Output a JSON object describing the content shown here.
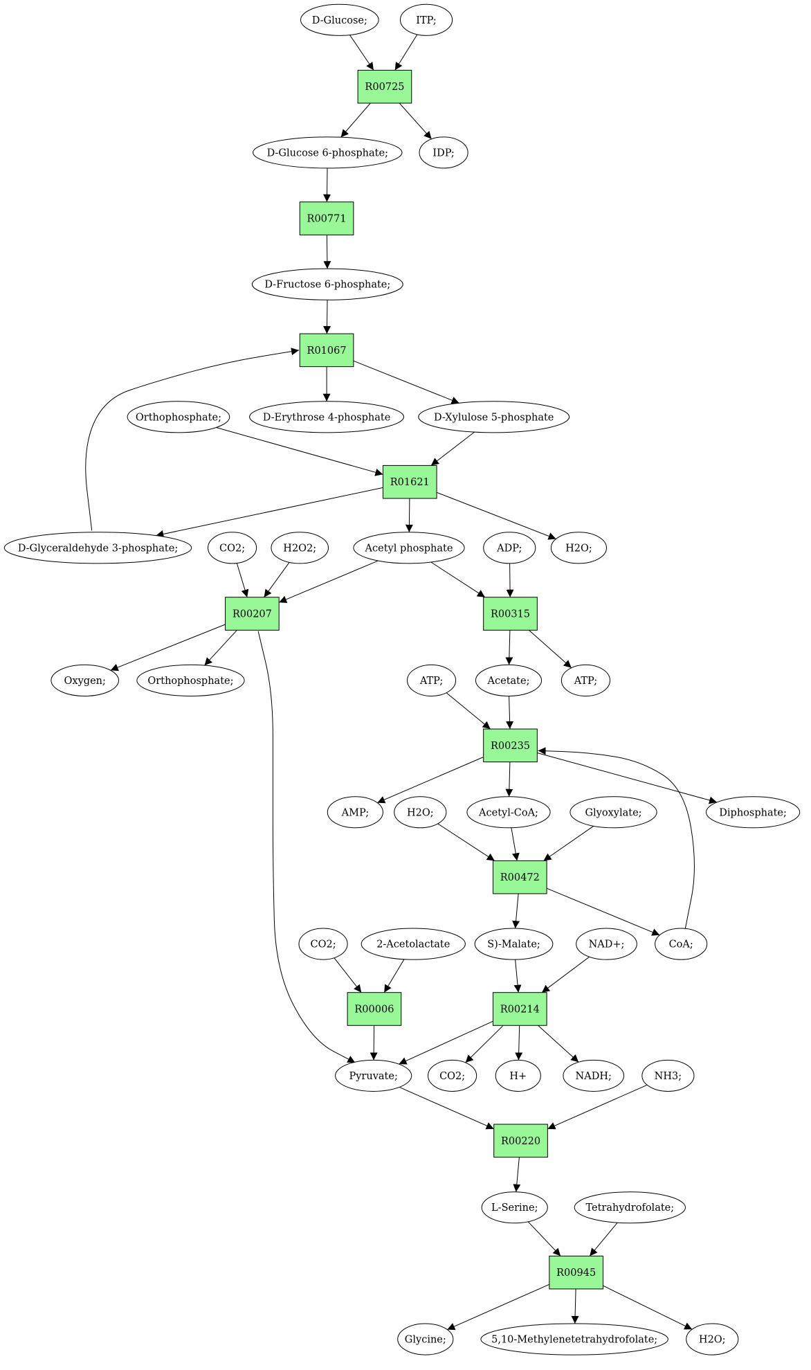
{
  "colors": {
    "reaction_fill": "#98f898",
    "metabolite_fill": "#ffffff",
    "start_fill": "#00e600",
    "target_fill": "#ffff00",
    "stroke": "#000000"
  },
  "nodes": [
    {
      "id": "glucose",
      "kind": "metabolite",
      "label": "D-Glucose;",
      "role": "start"
    },
    {
      "id": "itp",
      "kind": "metabolite",
      "label": "ITP;"
    },
    {
      "id": "R00725",
      "kind": "reaction",
      "label": "R00725"
    },
    {
      "id": "g6p",
      "kind": "metabolite",
      "label": "D-Glucose 6-phosphate;"
    },
    {
      "id": "idp",
      "kind": "metabolite",
      "label": "IDP;"
    },
    {
      "id": "R00771",
      "kind": "reaction",
      "label": "R00771"
    },
    {
      "id": "f6p",
      "kind": "metabolite",
      "label": "D-Fructose 6-phosphate;"
    },
    {
      "id": "R01067",
      "kind": "reaction",
      "label": "R01067"
    },
    {
      "id": "orthophos1",
      "kind": "metabolite",
      "label": "Orthophosphate;"
    },
    {
      "id": "e4p",
      "kind": "metabolite",
      "label": "D-Erythrose 4-phosphate"
    },
    {
      "id": "x5p",
      "kind": "metabolite",
      "label": "D-Xylulose 5-phosphate"
    },
    {
      "id": "R01621",
      "kind": "reaction",
      "label": "R01621"
    },
    {
      "id": "g3p",
      "kind": "metabolite",
      "label": "D-Glyceraldehyde 3-phosphate;"
    },
    {
      "id": "co2a",
      "kind": "metabolite",
      "label": "CO2;"
    },
    {
      "id": "h2o2",
      "kind": "metabolite",
      "label": "H2O2;"
    },
    {
      "id": "acetylp",
      "kind": "metabolite",
      "label": "Acetyl phosphate"
    },
    {
      "id": "adp",
      "kind": "metabolite",
      "label": "ADP;"
    },
    {
      "id": "h2oa",
      "kind": "metabolite",
      "label": "H2O;"
    },
    {
      "id": "R00207",
      "kind": "reaction",
      "label": "R00207"
    },
    {
      "id": "R00315",
      "kind": "reaction",
      "label": "R00315"
    },
    {
      "id": "oxygen",
      "kind": "metabolite",
      "label": "Oxygen;"
    },
    {
      "id": "orthophos2",
      "kind": "metabolite",
      "label": "Orthophosphate;"
    },
    {
      "id": "atpa",
      "kind": "metabolite",
      "label": "ATP;"
    },
    {
      "id": "acetate",
      "kind": "metabolite",
      "label": "Acetate;"
    },
    {
      "id": "atpb",
      "kind": "metabolite",
      "label": "ATP;"
    },
    {
      "id": "R00235",
      "kind": "reaction",
      "label": "R00235"
    },
    {
      "id": "amp",
      "kind": "metabolite",
      "label": "AMP;"
    },
    {
      "id": "h2ob",
      "kind": "metabolite",
      "label": "H2O;"
    },
    {
      "id": "acetylcoa",
      "kind": "metabolite",
      "label": "Acetyl-CoA;"
    },
    {
      "id": "glyoxylate",
      "kind": "metabolite",
      "label": "Glyoxylate;"
    },
    {
      "id": "diphosphate",
      "kind": "metabolite",
      "label": "Diphosphate;"
    },
    {
      "id": "R00472",
      "kind": "reaction",
      "label": "R00472"
    },
    {
      "id": "co2b",
      "kind": "metabolite",
      "label": "CO2;"
    },
    {
      "id": "acetolactate",
      "kind": "metabolite",
      "label": "2-Acetolactate"
    },
    {
      "id": "malate",
      "kind": "metabolite",
      "label": "S)-Malate;"
    },
    {
      "id": "nadp",
      "kind": "metabolite",
      "label": "NAD+;"
    },
    {
      "id": "coa",
      "kind": "metabolite",
      "label": "CoA;"
    },
    {
      "id": "R00006",
      "kind": "reaction",
      "label": "R00006"
    },
    {
      "id": "R00214",
      "kind": "reaction",
      "label": "R00214"
    },
    {
      "id": "pyruvate",
      "kind": "metabolite",
      "label": "Pyruvate;"
    },
    {
      "id": "co2c",
      "kind": "metabolite",
      "label": "CO2;"
    },
    {
      "id": "hplus",
      "kind": "metabolite",
      "label": "H+"
    },
    {
      "id": "nadh",
      "kind": "metabolite",
      "label": "NADH;"
    },
    {
      "id": "nh3",
      "kind": "metabolite",
      "label": "NH3;"
    },
    {
      "id": "R00220",
      "kind": "reaction",
      "label": "R00220"
    },
    {
      "id": "serine",
      "kind": "metabolite",
      "label": "L-Serine;"
    },
    {
      "id": "thf",
      "kind": "metabolite",
      "label": "Tetrahydrofolate;"
    },
    {
      "id": "R00945",
      "kind": "reaction",
      "label": "R00945"
    },
    {
      "id": "glycine",
      "kind": "metabolite",
      "label": "Glycine;",
      "role": "target"
    },
    {
      "id": "methylenethf",
      "kind": "metabolite",
      "label": "5,10-Methylenetetrahydrofolate;"
    },
    {
      "id": "h2oc",
      "kind": "metabolite",
      "label": "H2O;"
    }
  ],
  "edges": [
    [
      "glucose",
      "R00725"
    ],
    [
      "itp",
      "R00725"
    ],
    [
      "R00725",
      "g6p"
    ],
    [
      "R00725",
      "idp"
    ],
    [
      "g6p",
      "R00771"
    ],
    [
      "R00771",
      "f6p"
    ],
    [
      "f6p",
      "R01067"
    ],
    [
      "g3p",
      "R01067"
    ],
    [
      "R01067",
      "e4p"
    ],
    [
      "R01067",
      "x5p"
    ],
    [
      "orthophos1",
      "R01621"
    ],
    [
      "x5p",
      "R01621"
    ],
    [
      "R01621",
      "g3p"
    ],
    [
      "R01621",
      "acetylp"
    ],
    [
      "R01621",
      "h2oa"
    ],
    [
      "co2a",
      "R00207"
    ],
    [
      "h2o2",
      "R00207"
    ],
    [
      "acetylp",
      "R00207"
    ],
    [
      "acetylp",
      "R00315"
    ],
    [
      "adp",
      "R00315"
    ],
    [
      "R00207",
      "oxygen"
    ],
    [
      "R00207",
      "orthophos2"
    ],
    [
      "R00207",
      "pyruvate"
    ],
    [
      "R00315",
      "acetate"
    ],
    [
      "R00315",
      "atpb"
    ],
    [
      "atpa",
      "R00235"
    ],
    [
      "acetate",
      "R00235"
    ],
    [
      "coa",
      "R00235"
    ],
    [
      "R00235",
      "amp"
    ],
    [
      "R00235",
      "acetylcoa"
    ],
    [
      "R00235",
      "diphosphate"
    ],
    [
      "h2ob",
      "R00472"
    ],
    [
      "acetylcoa",
      "R00472"
    ],
    [
      "glyoxylate",
      "R00472"
    ],
    [
      "R00472",
      "malate"
    ],
    [
      "R00472",
      "coa"
    ],
    [
      "co2b",
      "R00006"
    ],
    [
      "acetolactate",
      "R00006"
    ],
    [
      "malate",
      "R00214"
    ],
    [
      "nadp",
      "R00214"
    ],
    [
      "R00006",
      "pyruvate"
    ],
    [
      "R00214",
      "pyruvate"
    ],
    [
      "R00214",
      "co2c"
    ],
    [
      "R00214",
      "hplus"
    ],
    [
      "R00214",
      "nadh"
    ],
    [
      "pyruvate",
      "R00220"
    ],
    [
      "nh3",
      "R00220"
    ],
    [
      "R00220",
      "serine"
    ],
    [
      "serine",
      "R00945"
    ],
    [
      "thf",
      "R00945"
    ],
    [
      "R00945",
      "glycine"
    ],
    [
      "R00945",
      "methylenethf"
    ],
    [
      "R00945",
      "h2oc"
    ]
  ]
}
